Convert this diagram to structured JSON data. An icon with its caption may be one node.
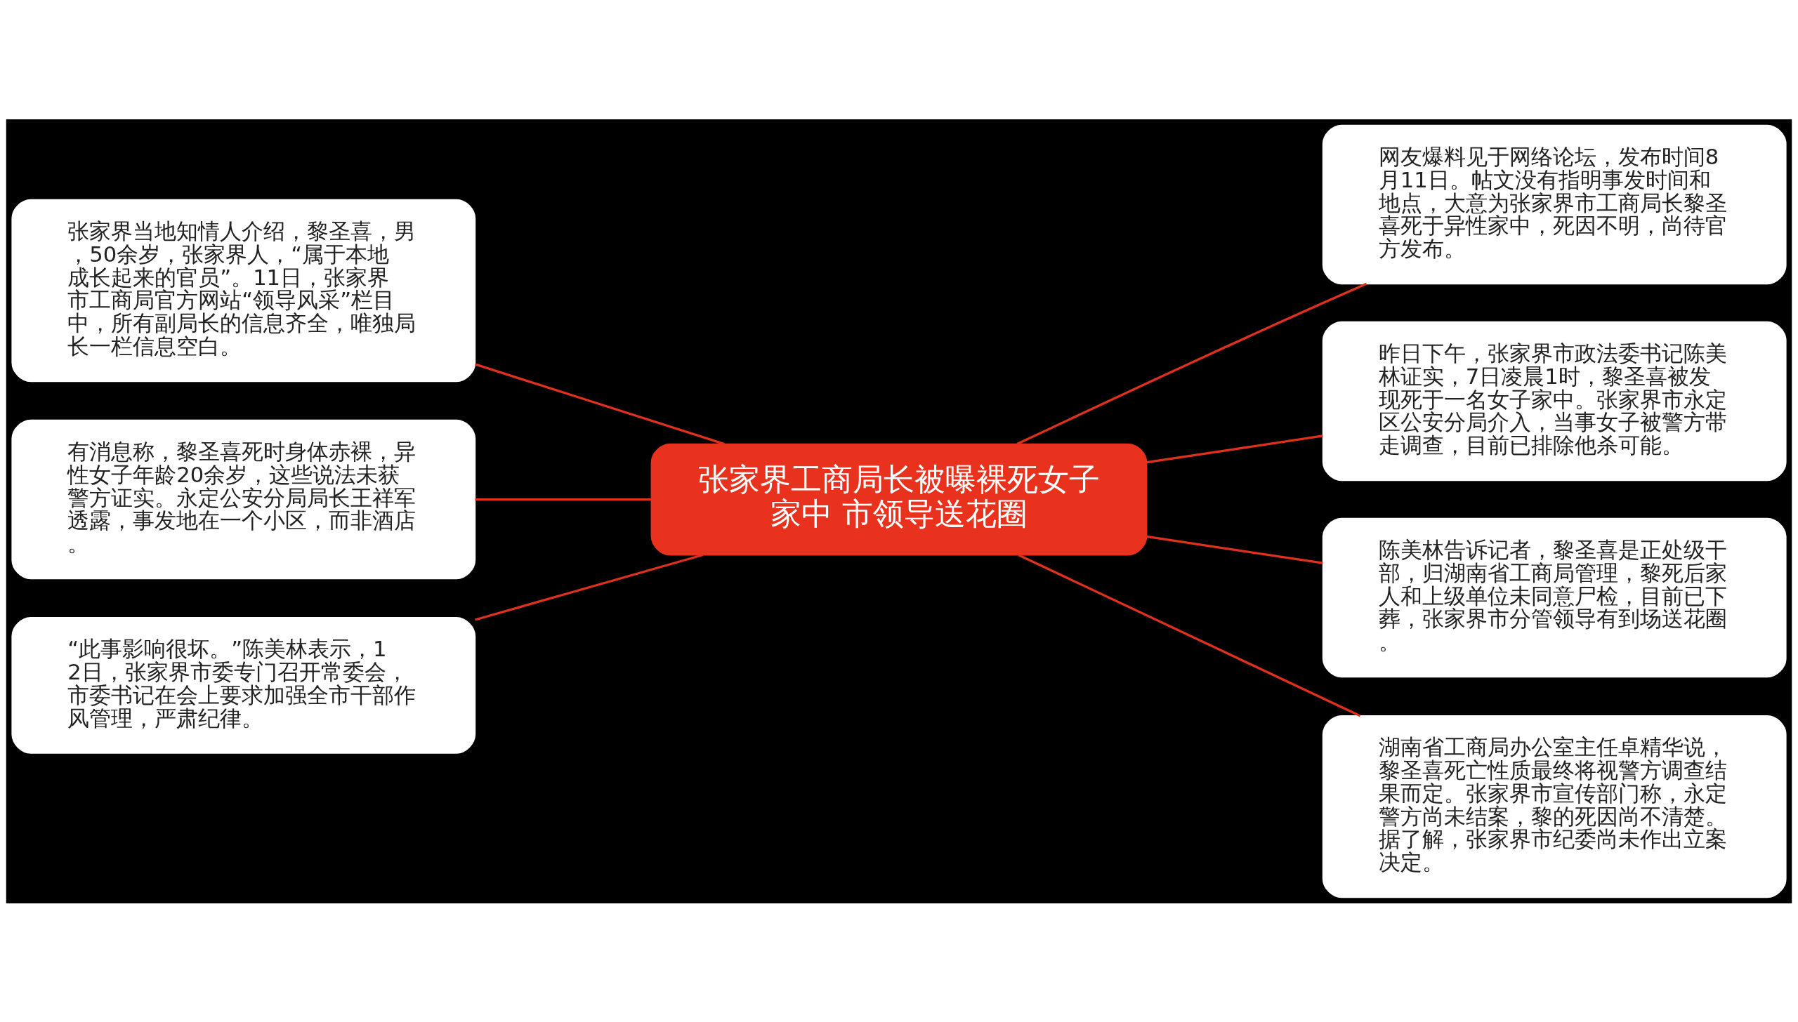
{
  "diagram": {
    "nodes": [
      {
        "text": [
          "张家界工商局长被曝裸死女子家中 市领导送花圈"
        ]
      },
      {
        "text": [
          "张家界当地知情人介绍，黎圣喜，男，50余岁，张家界人，“属于本地成长起来的官员”。11日，张家界市工商局官方网站“领导风采”栏目中，所有副局长的信息齐全，唯独局长一栏信息空白。"
        ]
      },
      {
        "text": [
          "有消息称，黎圣喜死时身体赤裸，异性女子年龄20余岁，这些说法未获警方证实。永定公安分局局长王祥军透露，事发地在一个小区，而非酒店。"
        ]
      },
      {
        "text": [
          "“此事影响很坏。”陈美林表示，12日，张家界市委专门召开常委会，市委书记在会上要求加强全市干部作风管理，严肃纪律。"
        ]
      },
      {
        "text": [
          "网友爆料见于网络论坛，发布时间8月11日。帖文没有指明事发时间和地点，大意为张家界市工商局长黎圣喜死于异性家中，死因不明，尚待官方发布。"
        ]
      },
      {
        "text": [
          "昨日下午，张家界市政法委书记陈美林证实，7日凌晨1时，黎圣喜被发现死于一名女子家中。张家界市永定区公安分局介入，当事女子被警方带走调查，目前已排除他杀可能。"
        ]
      },
      {
        "text": [
          "陈美林告诉记者，黎圣喜是正处级干部，归湖南省工商局管理，黎死后家人和上级单位未同意尸检，目前已下葬，张家界市分管领导有到场送花圈。"
        ]
      },
      {
        "text": [
          "湖南省工商局办公室主任卓精华说，黎圣喜死亡性质最终将视警方调查结果而定。张家界市宣传部门称，永定警方尚未结案，黎的死因尚不清楚。据了解，张家界市纪委尚未作出立案决定。"
        ]
      }
    ],
    "edges": [
      {
        "from": 0,
        "to": 1,
        "arrow": "none"
      },
      {
        "from": 0,
        "to": 2,
        "arrow": "none"
      },
      {
        "from": 0,
        "to": 3,
        "arrow": "none"
      },
      {
        "from": 0,
        "to": 4,
        "arrow": "none"
      },
      {
        "from": 0,
        "to": 5,
        "arrow": "none"
      },
      {
        "from": 0,
        "to": 6,
        "arrow": "none"
      },
      {
        "from": 0,
        "to": 7,
        "arrow": "none"
      }
    ]
  }
}
